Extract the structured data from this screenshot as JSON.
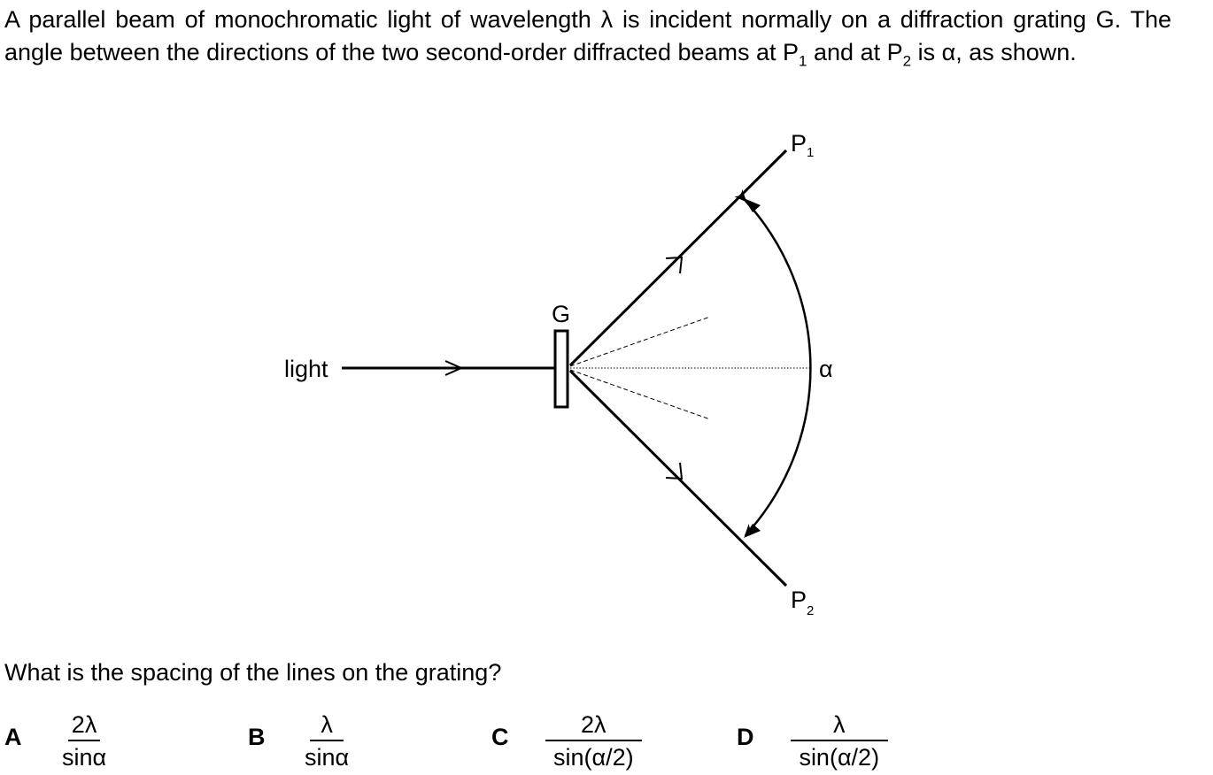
{
  "intro": {
    "part1": "A parallel beam of monochromatic light of wavelength λ is incident normally on a diffraction grating G. The angle between the directions of the two second-order diffracted beams at P",
    "sub1": "1",
    "part2": " and at P",
    "sub2": "2",
    "part3": " is α, as shown."
  },
  "diagram": {
    "light_label": "light",
    "grating_label": "G",
    "p1_main": "P",
    "p1_sub": "1",
    "p2_main": "P",
    "p2_sub": "2",
    "angle_label": "α"
  },
  "question": "What is the spacing of the lines on the grating?",
  "options": [
    {
      "letter": "A",
      "numerator": "2λ",
      "denominator": "sinα"
    },
    {
      "letter": "B",
      "numerator": "λ",
      "denominator": "sinα"
    },
    {
      "letter": "C",
      "numerator": "2λ",
      "denominator": "sin(α/2)"
    },
    {
      "letter": "D",
      "numerator": "λ",
      "denominator": "sin(α/2)"
    }
  ]
}
